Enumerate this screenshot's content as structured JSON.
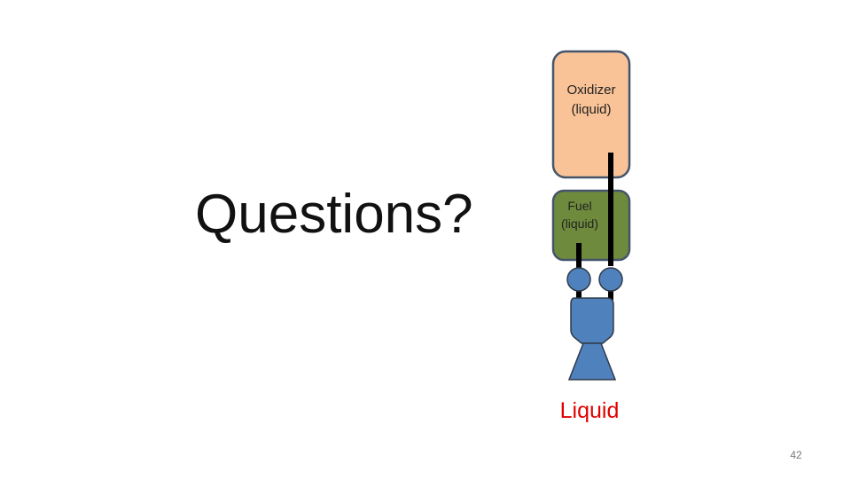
{
  "slide": {
    "heading": "Questions?",
    "page_number": "42"
  },
  "diagram": {
    "oxidizer_tank": {
      "line1": "Oxidizer",
      "line2": "(liquid)",
      "fill_color": "#f9c397",
      "border_color": "#44546a"
    },
    "fuel_tank": {
      "line1": "Fuel",
      "line2": "(liquid)",
      "fill_color": "#6e8b3d",
      "border_color": "#44546a"
    },
    "engine": {
      "fill_color": "#4f81bd",
      "border_color": "#2f3a4a"
    },
    "engine_label": "Liquid",
    "engine_label_color": "#e00000",
    "feed_line_color": "#000000"
  }
}
